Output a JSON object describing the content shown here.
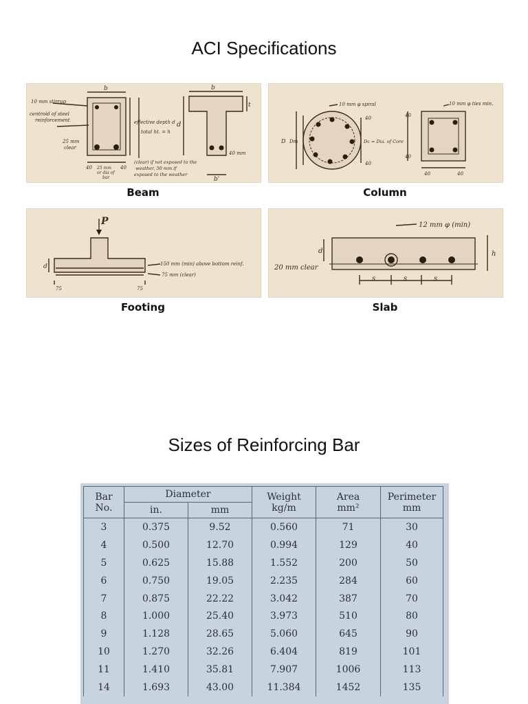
{
  "section1": {
    "title": "ACI Specifications",
    "panels": {
      "beam": {
        "caption": "Beam",
        "labels": {
          "stirrup": "10 mm stirrup",
          "centroid": "centroid of steel",
          "reinforcement": "reinforcement",
          "clear25": "25 mm",
          "clear": "clear",
          "effective": "effective depth d",
          "total": "total ht. = h",
          "b": "b",
          "b_prime": "b'",
          "t": "t",
          "d": "d",
          "mm40": "40 mm",
          "n40": "40",
          "bar25": "25 mm",
          "ordia": "or dia of",
          "bar": "bar",
          "note1": "(clear) if not exposed to the",
          "note2": "weather, 50 mm if",
          "note3": "exposed to the weather"
        }
      },
      "column": {
        "caption": "Column",
        "labels": {
          "spiral": "10 mm φ spiral",
          "ties": "10 mm φ ties min.",
          "D": "D",
          "Dm": "Dm",
          "dc": "Dc = Dia. of Core",
          "n40": "40"
        }
      },
      "footing": {
        "caption": "Footing",
        "labels": {
          "P": "P",
          "d": "d",
          "above": "150 mm (min) above bottom reinf.",
          "clear75": "75 mm (clear)",
          "n75": "75"
        }
      },
      "slab": {
        "caption": "Slab",
        "labels": {
          "bar12": "12 mm φ (min)",
          "d": "d",
          "h": "h",
          "clear20": "20 mm clear",
          "s": "s"
        }
      }
    }
  },
  "section2": {
    "title": "Sizes of Reinforcing Bar",
    "table": {
      "headers": {
        "bar_no": "Bar\nNo.",
        "diameter": "Diameter",
        "in": "in.",
        "mm": "mm",
        "weight": "Weight\nkg/m",
        "area": "Area\nmm²",
        "perimeter": "Perimeter\nmm"
      },
      "rows": [
        [
          "3",
          "0.375",
          "9.52",
          "0.560",
          "71",
          "30"
        ],
        [
          "4",
          "0.500",
          "12.70",
          "0.994",
          "129",
          "40"
        ],
        [
          "5",
          "0.625",
          "15.88",
          "1.552",
          "200",
          "50"
        ],
        [
          "6",
          "0.750",
          "19.05",
          "2.235",
          "284",
          "60"
        ],
        [
          "7",
          "0.875",
          "22.22",
          "3.042",
          "387",
          "70"
        ],
        [
          "8",
          "1.000",
          "25.40",
          "3.973",
          "510",
          "80"
        ],
        [
          "9",
          "1.128",
          "28.65",
          "5.060",
          "645",
          "90"
        ],
        [
          "10",
          "1.270",
          "32.26",
          "6.404",
          "819",
          "101"
        ],
        [
          "11",
          "1.410",
          "35.81",
          "7.907",
          "1006",
          "113"
        ],
        [
          "14",
          "1.693",
          "43.00",
          "11.384",
          "1452",
          "135"
        ]
      ]
    }
  }
}
